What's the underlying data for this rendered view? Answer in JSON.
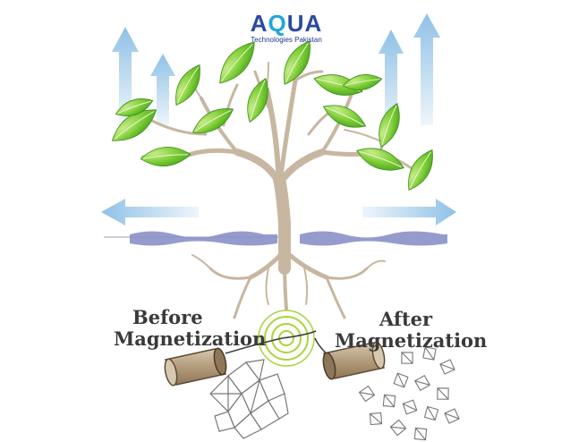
{
  "brand": {
    "name_prefix": "A",
    "name_q": "Q",
    "name_suffix": "UA",
    "subtitle": "Technologies Pakistan",
    "color_primary": "#2b4aa0",
    "color_accent": "#1fa7d9"
  },
  "labels": {
    "before_line1": "Before",
    "before_line2": "Magnetization",
    "after_line1": "After",
    "after_line2": "Magnetization"
  },
  "colors": {
    "leaf": "#6cc02c",
    "trunk": "#c7b7a0",
    "arrow": "#8fc1e6",
    "water": "#8a90c8",
    "pipe": "#b9a488",
    "magnet_rings": "#a6d63a",
    "crystal": "#888888"
  },
  "icons": [
    "tree-icon",
    "leaf-icon",
    "up-arrow-icon",
    "side-arrow-icon",
    "pipe-icon",
    "magnet-rings-icon",
    "crystal-cluster-icon"
  ]
}
